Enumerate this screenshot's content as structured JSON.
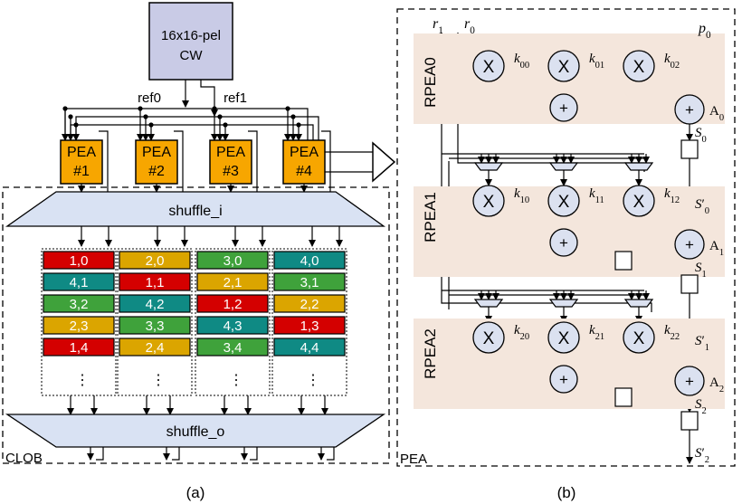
{
  "left": {
    "cw_box": "16x16-pel CW",
    "cw_line1": "16x16-pel",
    "cw_line2": "CW",
    "ref0": "ref0",
    "ref1": "ref1",
    "peas": [
      {
        "name": "PEA",
        "num": "#1"
      },
      {
        "name": "PEA",
        "num": "#2"
      },
      {
        "name": "PEA",
        "num": "#3"
      },
      {
        "name": "PEA",
        "num": "#4"
      }
    ],
    "shuffle_in": "shuffle_i",
    "shuffle_out": "shuffle_o",
    "clob_label": "CLOB",
    "grid": [
      [
        {
          "t": "1,0",
          "c": "red"
        },
        {
          "t": "2,0",
          "c": "yellow"
        },
        {
          "t": "3,0",
          "c": "green"
        },
        {
          "t": "4,0",
          "c": "teal"
        }
      ],
      [
        {
          "t": "4,1",
          "c": "teal"
        },
        {
          "t": "1,1",
          "c": "red"
        },
        {
          "t": "2,1",
          "c": "yellow"
        },
        {
          "t": "3,1",
          "c": "green"
        }
      ],
      [
        {
          "t": "3,2",
          "c": "green"
        },
        {
          "t": "4,2",
          "c": "teal"
        },
        {
          "t": "1,2",
          "c": "red"
        },
        {
          "t": "2,2",
          "c": "yellow"
        }
      ],
      [
        {
          "t": "2,3",
          "c": "yellow"
        },
        {
          "t": "3,3",
          "c": "green"
        },
        {
          "t": "4,3",
          "c": "teal"
        },
        {
          "t": "1,3",
          "c": "red"
        }
      ],
      [
        {
          "t": "1,4",
          "c": "red"
        },
        {
          "t": "2,4",
          "c": "yellow"
        },
        {
          "t": "3,4",
          "c": "green"
        },
        {
          "t": "4,4",
          "c": "teal"
        }
      ]
    ],
    "dots": "⋮",
    "caption": "(a)"
  },
  "right": {
    "inputs": {
      "r1": "r",
      "r1_sub": "1",
      "r0": "r",
      "r0_sub": "0",
      "p0": "p",
      "p0_sub": "0"
    },
    "rows": [
      {
        "name": "RPEA0",
        "k": [
          {
            "b": "k",
            "s": "00"
          },
          {
            "b": "k",
            "s": "01"
          },
          {
            "b": "k",
            "s": "02"
          }
        ],
        "acc": {
          "b": "A",
          "s": "0"
        },
        "out": {
          "b": "S",
          "p": "",
          "s": "0"
        }
      },
      {
        "name": "RPEA1",
        "k": [
          {
            "b": "k",
            "s": "10"
          },
          {
            "b": "k",
            "s": "11"
          },
          {
            "b": "k",
            "s": "12"
          }
        ],
        "acc": {
          "b": "A",
          "s": "1"
        },
        "out": {
          "b": "S",
          "p": "",
          "s": "1"
        },
        "pre": {
          "b": "S",
          "p": "′",
          "s": "0"
        }
      },
      {
        "name": "RPEA2",
        "k": [
          {
            "b": "k",
            "s": "20"
          },
          {
            "b": "k",
            "s": "21"
          },
          {
            "b": "k",
            "s": "22"
          }
        ],
        "acc": {
          "b": "A",
          "s": "2"
        },
        "out": {
          "b": "S",
          "p": "",
          "s": "2"
        },
        "pre": {
          "b": "S",
          "p": "′",
          "s": "1"
        }
      }
    ],
    "final_out": {
      "b": "S",
      "p": "′",
      "s": "2"
    },
    "mult": "X",
    "add": "+",
    "pea_label": "PEA",
    "caption": "(b)"
  },
  "colors": {
    "pea_fill": "#f7a600",
    "cw_fill": "#c9cbe6",
    "shuffle_fill": "#d9e2f3",
    "band_fill": "#f4e6dc",
    "node_fill": "#dbe1f0",
    "cell_red": "#d40000",
    "cell_yellow": "#dba500",
    "cell_green": "#3fa23b",
    "cell_teal": "#0f8a84"
  }
}
